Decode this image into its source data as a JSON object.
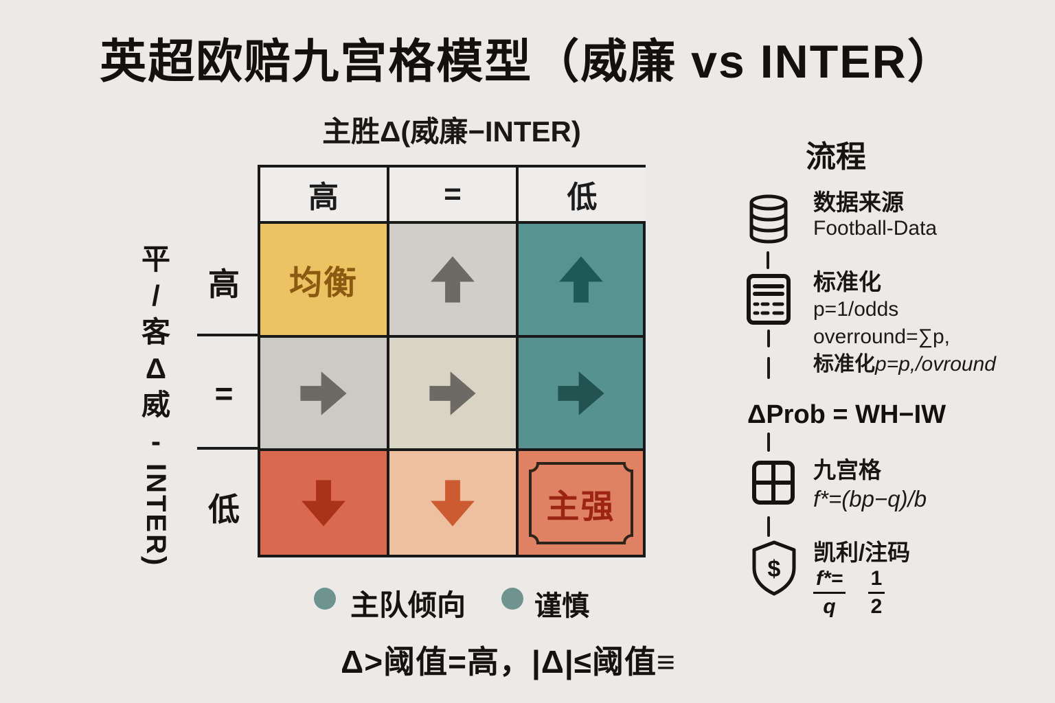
{
  "page": {
    "background": "#ebeae8",
    "title": "英超欧赔九宫格模型（威廉 vs INTER）"
  },
  "matrix": {
    "col_axis_label": "主胜Δ(威廉−INTER)",
    "row_axis": {
      "chars": [
        "平",
        "/",
        "客",
        "Δ",
        "威",
        "-"
      ],
      "rotated": "INTER)"
    },
    "col_headers": [
      "高",
      "=",
      "低"
    ],
    "row_headers": [
      "高",
      "=",
      "低"
    ],
    "cells": [
      [
        {
          "text": "均衡",
          "bg": "#ecc363",
          "fg": "#8a5a10"
        },
        {
          "arrow": "up",
          "bg": "#d0cec9",
          "fg": "#6b6b64"
        },
        {
          "arrow": "up",
          "bg": "#579390",
          "fg": "#1f5955"
        }
      ],
      [
        {
          "arrow": "right",
          "bg": "#cccac5",
          "fg": "#6b6b64"
        },
        {
          "arrow": "right",
          "bg": "#d9d4c6",
          "fg": "#6b6b64"
        },
        {
          "arrow": "right",
          "bg": "#579290",
          "fg": "#215450"
        }
      ],
      [
        {
          "arrow": "down",
          "bg": "#d96a50",
          "fg": "#a93217"
        },
        {
          "arrow": "down",
          "bg": "#eec09f",
          "fg": "#cb5c30"
        },
        {
          "text": "主强",
          "bg": "#df8163",
          "fg": "#9b2514",
          "frame": "#2e241c"
        }
      ]
    ]
  },
  "flow": {
    "title": "流程",
    "steps": [
      {
        "icon": "database-icon",
        "title": "数据来源",
        "line1": "Football-Data"
      },
      {
        "icon": "calculator-icon",
        "title": "标准化",
        "line1": "p=1/odds",
        "line2": "overround=∑p,",
        "line3_prefix": "标准化",
        "line3_italic": "p=p,/ovround"
      },
      {
        "formula": "ΔProb = WH−IW"
      },
      {
        "icon": "grid-icon",
        "title": "九宫格",
        "formula": "f*=(bp−q)/b"
      },
      {
        "icon": "shield-icon",
        "title": "凯利/注码",
        "fraction1_num": "f*=",
        "fraction1_den": "q",
        "fraction2_num": "1",
        "fraction2_den": "2",
        "shield_symbol": "$"
      }
    ]
  },
  "legend": {
    "items": [
      {
        "color": "#6f948f",
        "label": "主队倾向"
      },
      {
        "color": "#6f948f",
        "label": "谨慎"
      }
    ]
  },
  "footer": {
    "formula": "Δ>阈值=高，|Δ|≤阈值≡"
  }
}
